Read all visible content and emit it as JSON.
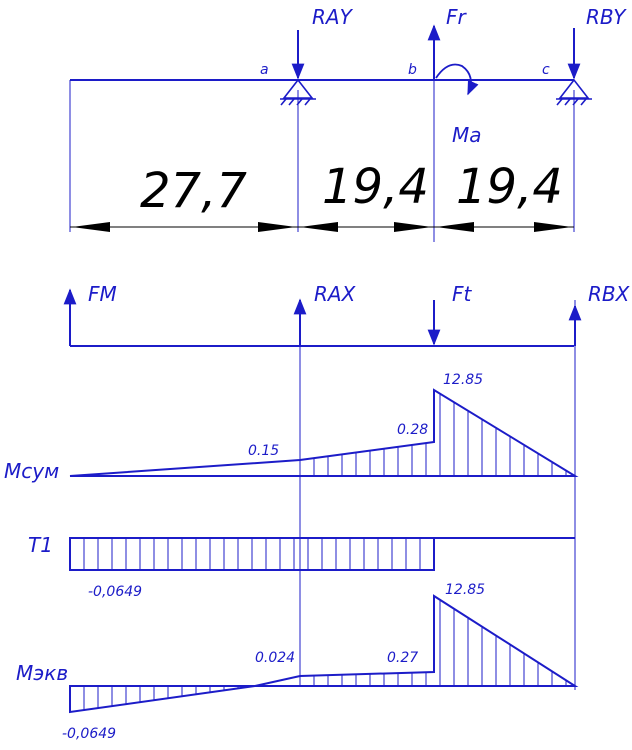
{
  "colors": {
    "drawing": "#1c1cc8",
    "dimension": "#000000",
    "background": "#ffffff"
  },
  "labels": {
    "ray": "RAY",
    "ft_top": "Fr",
    "rby": "RBY",
    "ma": "Ma",
    "a": "a",
    "b": "b",
    "c": "c",
    "fm": "FM",
    "rax": "RAX",
    "ft_mid": "Ft",
    "rbx": "RBX"
  },
  "dimensions": [
    "27,7",
    "19,4",
    "19,4"
  ],
  "diagrams": {
    "msum": {
      "label": "Mсум",
      "values": [
        "0.15",
        "0.28",
        "12.85"
      ]
    },
    "t1": {
      "label": "T1",
      "values": [
        "-0,0649"
      ]
    },
    "mekv": {
      "label": "Mэкв",
      "values": [
        "0.024",
        "0.27",
        "12.85",
        "-0,0649"
      ]
    }
  }
}
